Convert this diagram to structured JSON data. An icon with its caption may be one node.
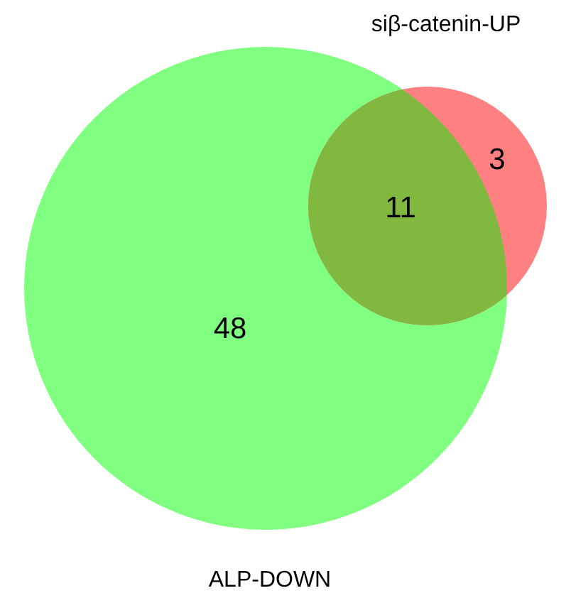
{
  "diagram": {
    "nodes": [
      {
        "text": [
          "48"
        ],
        "beside": [
          "ALP-DOWN"
        ]
      },
      {
        "text": [
          "3"
        ]
      }
    ],
    "labels": [
      "siβ-catenin-UP",
      "11"
    ]
  }
}
